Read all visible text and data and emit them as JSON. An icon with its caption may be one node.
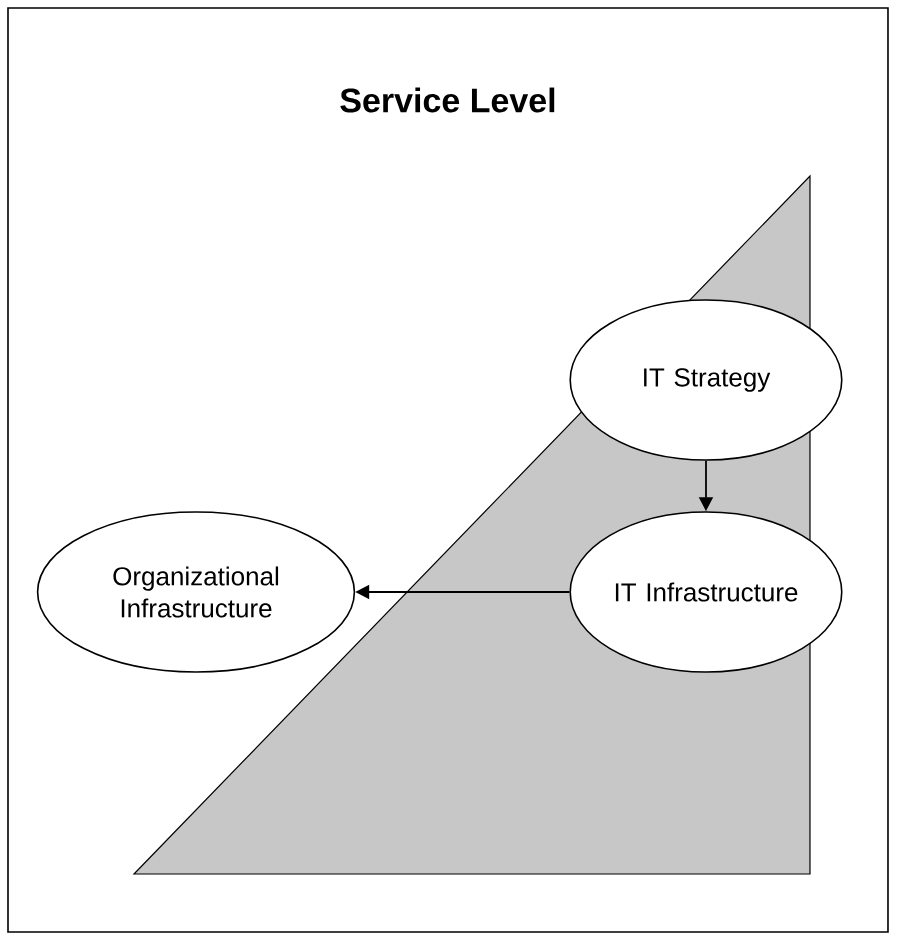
{
  "diagram": {
    "title": "Service Level",
    "nodes": [
      {
        "text": [
          "IT Strategy"
        ]
      },
      {
        "text": [
          "IT Infrastructure"
        ]
      },
      {
        "text": [
          "Organizational Infrastructure"
        ]
      }
    ],
    "edges": [
      {
        "from": 0,
        "to": 1,
        "arrow": "to"
      },
      {
        "from": 1,
        "to": 2,
        "arrow": "to"
      }
    ]
  }
}
